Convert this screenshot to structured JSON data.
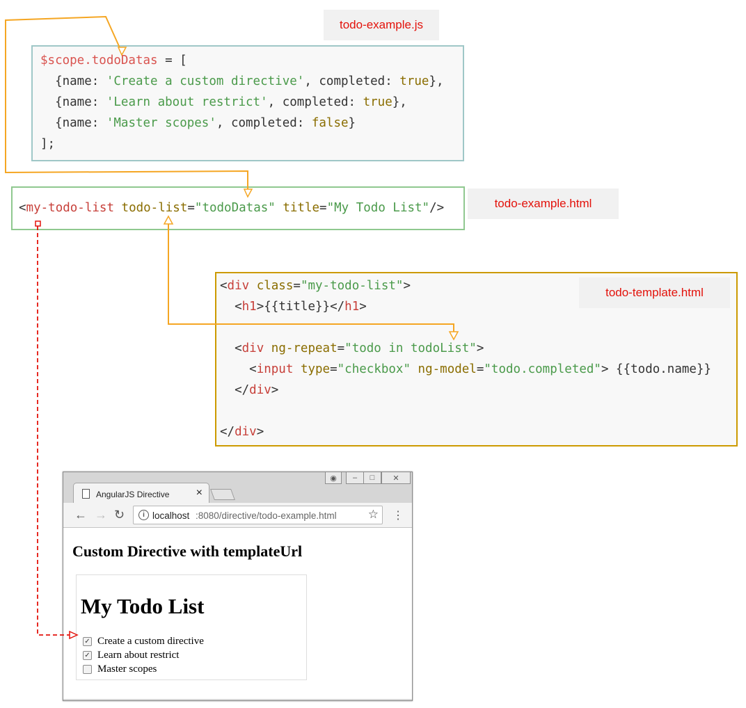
{
  "labels": {
    "js_file": "todo-example.js",
    "html_file": "todo-example.html",
    "template_file": "todo-template.html"
  },
  "js_code": {
    "line1_var": "$scope.todoDatas",
    "line1_rest": " = [",
    "items": [
      {
        "name": "'Create a custom directive'",
        "completed": "true",
        "suffix": "},"
      },
      {
        "name": "'Learn about restrict'",
        "completed": "true",
        "suffix": "},"
      },
      {
        "name": "'Master scopes'",
        "completed": "false",
        "suffix": "}"
      }
    ],
    "closing": "];"
  },
  "html_code": {
    "tag": "my-todo-list",
    "attr1": "todo-list",
    "val1": "\"todoDatas\"",
    "attr2": "title",
    "val2": "\"My Todo List\""
  },
  "template_code": {
    "div_class_val": "\"my-todo-list\"",
    "title_expr": "{{title}}",
    "repeat_val": "\"todo in todoList\"",
    "input_type_val": "\"checkbox\"",
    "model_val": "\"todo.completed\"",
    "name_expr": "{{todo.name}}"
  },
  "browser": {
    "tab_title": "AngularJS Directive",
    "url_host": "localhost",
    "url_rest": ":8080/directive/todo-example.html",
    "page_heading": "Custom Directive with templateUrl",
    "list_title": "My Todo List",
    "todos": [
      {
        "label": "Create a custom directive",
        "checked": true
      },
      {
        "label": "Learn about restrict",
        "checked": true
      },
      {
        "label": "Master scopes",
        "checked": false
      }
    ]
  },
  "colors": {
    "label_text": "#e3120b",
    "arrow_orange": "#f5a623",
    "arrow_red": "#e3120b",
    "js_border": "#9fc7c7",
    "html_border": "#8fc88f",
    "template_border": "#cc9a00"
  }
}
